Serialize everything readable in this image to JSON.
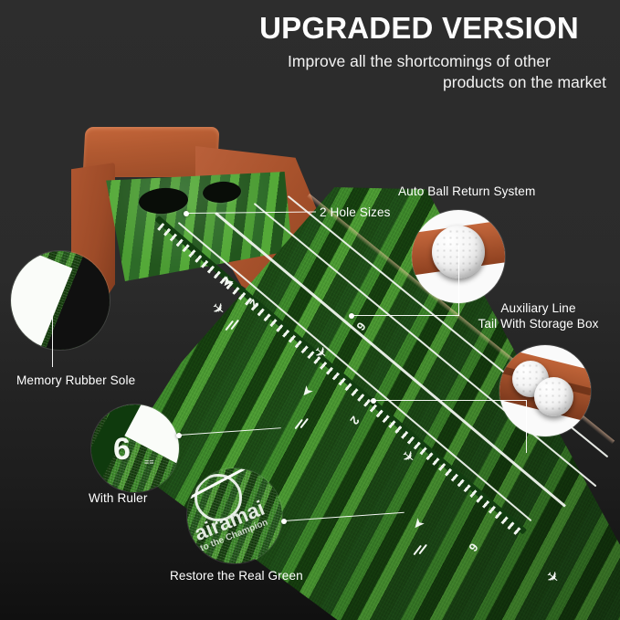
{
  "headline": {
    "title": "UPGRADED VERSION",
    "subtitle_line1": "Improve all the shortcomings of other",
    "subtitle_line2": "products on the market"
  },
  "callouts": [
    {
      "id": "two-hole-sizes",
      "label": "2 Hole Sizes"
    },
    {
      "id": "auto-ball-return",
      "label": "Auto Ball Return System"
    },
    {
      "id": "auxiliary-line",
      "label_line1": "Auxiliary Line",
      "label_line2": "Tail With Storage Box"
    },
    {
      "id": "memory-rubber-sole",
      "label": "Memory Rubber Sole"
    },
    {
      "id": "with-ruler",
      "label": "With Ruler"
    },
    {
      "id": "restore-real-green",
      "label": "Restore the Real Green"
    }
  ],
  "detail_bubbles": {
    "ruler_number": "6",
    "turf_brand_line1": "airamai",
    "turf_brand_line2": "to the Champion"
  },
  "product": {
    "mat_markings": {
      "runway_numbers": [
        "2",
        "2",
        "6",
        "6"
      ],
      "plane_icon": "airplane-icon"
    },
    "holes": [
      "large-hole",
      "small-hole"
    ],
    "golf_balls_in_return": 1,
    "golf_balls_in_storage": 2
  },
  "colors": {
    "background_top": "#2d2d2d",
    "background_bottom": "#101010",
    "text": "#ffffff",
    "turf_dark": "#1f5019",
    "turf_light": "#4d9b34",
    "wood": "#a8522c",
    "line": "#f4f8f2"
  }
}
